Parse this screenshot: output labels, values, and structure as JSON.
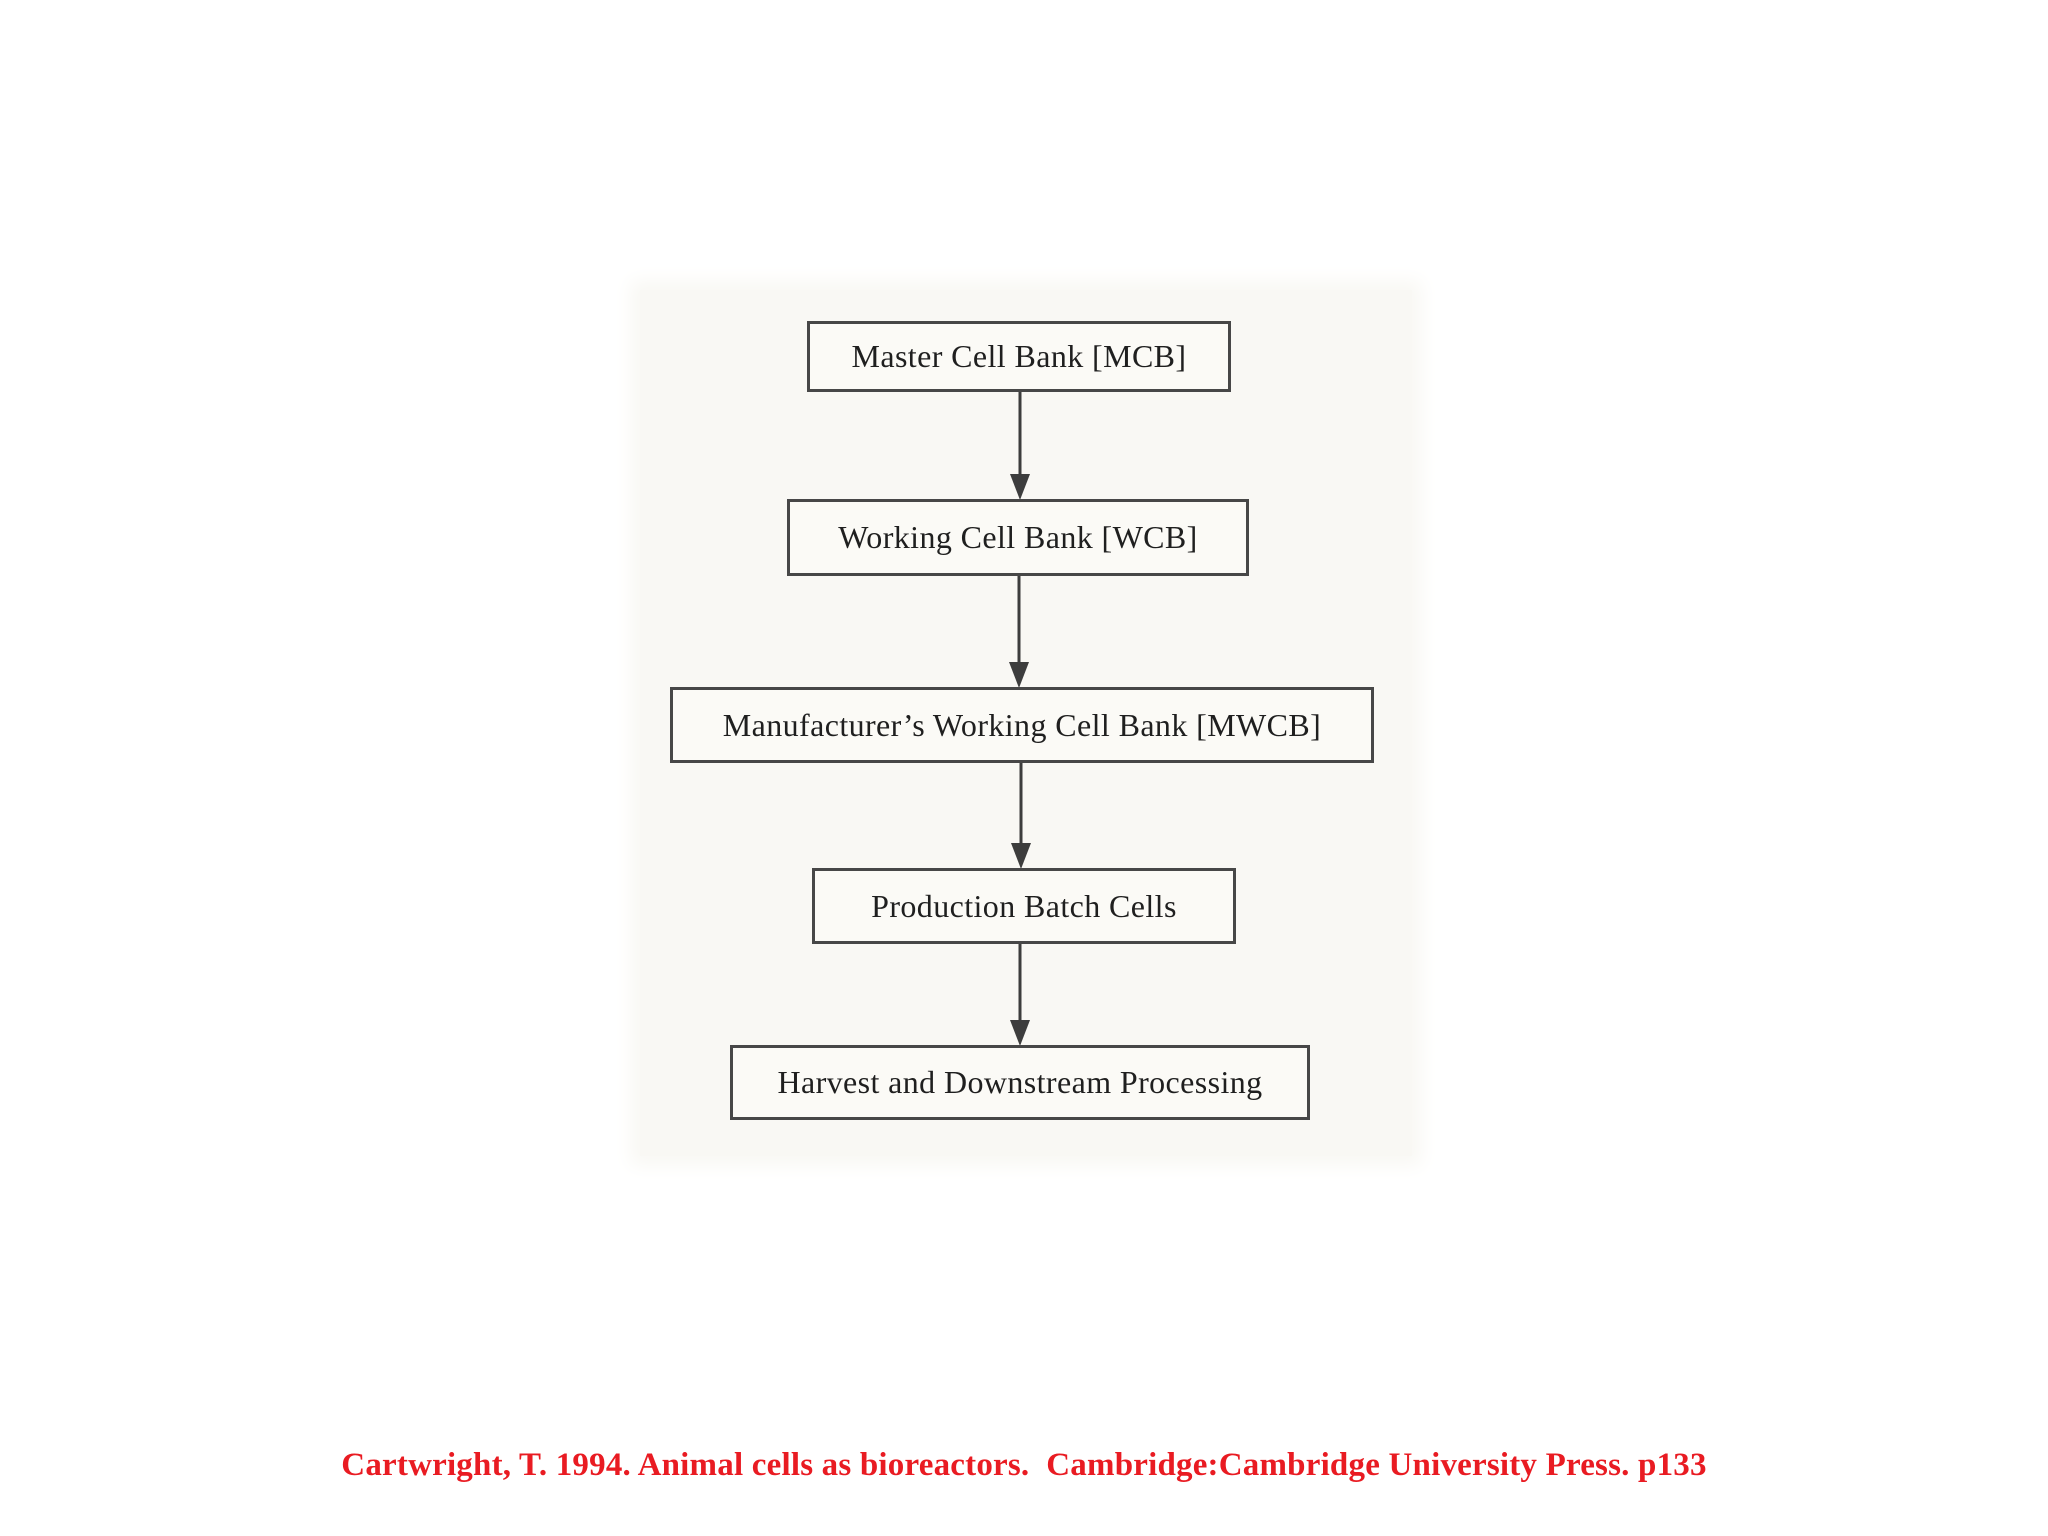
{
  "diagram": {
    "type": "flowchart",
    "direction": "top-down",
    "nodes": [
      {
        "id": "mcb",
        "label": "Master Cell Bank [MCB]"
      },
      {
        "id": "wcb",
        "label": "Working Cell Bank [WCB]"
      },
      {
        "id": "mwcb",
        "label": "Manufacturer’s Working Cell Bank [MWCB]"
      },
      {
        "id": "production",
        "label": "Production Batch Cells"
      },
      {
        "id": "harvest",
        "label": "Harvest and Downstream Processing"
      }
    ],
    "edges": [
      {
        "from": "mcb",
        "to": "wcb"
      },
      {
        "from": "wcb",
        "to": "mwcb"
      },
      {
        "from": "mwcb",
        "to": "production"
      },
      {
        "from": "production",
        "to": "harvest"
      }
    ]
  },
  "citation": {
    "text": "Cartwright, T. 1994. Animal cells as bioreactors.  Cambridge:Cambridge University Press. p133"
  },
  "colors": {
    "page_background": "#ffffff",
    "scan_background": "#f9f8f4",
    "box_border": "#474747",
    "box_text": "#1f1f1f",
    "arrow": "#3d3d3d",
    "citation_red": "#e91b22"
  }
}
